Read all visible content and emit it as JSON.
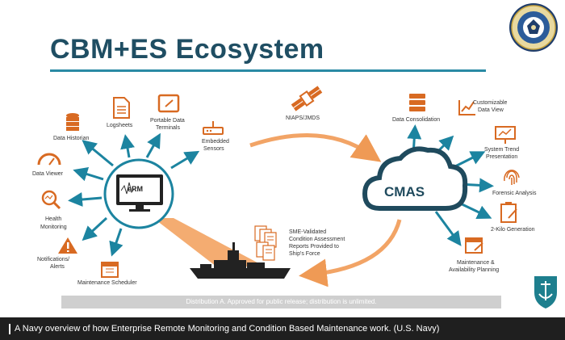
{
  "slide": {
    "title": "CBM+ES Ecosystem",
    "distribution": "Distribution A.  Approved for public release; distribution is unlimited."
  },
  "erm": {
    "screen_label": "eRM"
  },
  "cmas": {
    "label": "CMAS"
  },
  "satellite": {
    "label": "NIAPS/JMDS"
  },
  "left_nodes": {
    "data_historian": "Data Historian",
    "logsheets": "Logsheets",
    "portable_data_terminals_1": "Portable Data",
    "portable_data_terminals_2": "Terminals",
    "embedded_sensors_1": "Embedded",
    "embedded_sensors_2": "Sensors",
    "data_viewer": "Data Viewer",
    "health_monitoring_1": "Health",
    "health_monitoring_2": "Monitoring",
    "notifications_alerts_1": "Notifications/",
    "notifications_alerts_2": "Alerts",
    "maintenance_scheduler": "Maintenance Scheduler"
  },
  "right_nodes": {
    "data_consolidation": "Data Consolidation",
    "customizable_data_view_1": "Customizable",
    "customizable_data_view_2": "Data View",
    "system_trend_presentation_1": "System Trend",
    "system_trend_presentation_2": "Presentation",
    "forensic_analysis": "Forensic Analysis",
    "two_kilo_generation": "2-Kilo Generation",
    "maintenance_availability_planning_1": "Maintenance &",
    "maintenance_availability_planning_2": "Availability Planning"
  },
  "reports": {
    "line1": "SME-Validated",
    "line2": "Condition Assessment",
    "line3": "Reports Provided to",
    "line4": "Ship's Force"
  },
  "seal": {
    "top_text": "NAVAL ENGINEERING"
  },
  "caption": "A Navy overview of how Enterprise Remote Monitoring and Condition Based Maintenance work. (U.S. Navy)",
  "colors": {
    "title": "#1f4e63",
    "rule": "#2a8aa4",
    "arrow": "#1c84a0",
    "orange": "#e48a3c",
    "icon_orange": "#d86a22",
    "cloud": "#1f4a5d",
    "ship": "#222222"
  },
  "icons": [
    "database-icon",
    "document-icon",
    "tablet-icon",
    "router-icon",
    "gauge-icon",
    "magnifier-chart-icon",
    "warning-icon",
    "calendar-icon",
    "satellite-icon",
    "server-icon",
    "chart-icon",
    "presentation-icon",
    "fingerprint-icon",
    "clipboard-edit-icon",
    "calendar-edit-icon",
    "ship-icon",
    "anchor-shield-icon",
    "navy-seal-logo"
  ]
}
